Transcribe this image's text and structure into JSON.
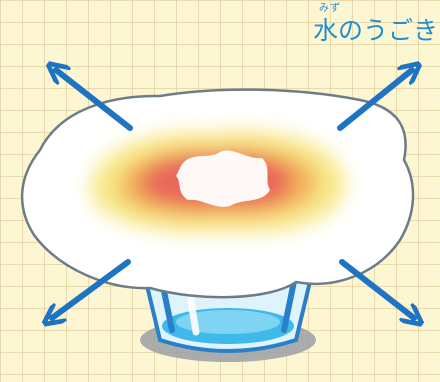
{
  "title": {
    "text": "水のうごき",
    "ruby": "みず"
  },
  "colors": {
    "background": "#fdf6d3",
    "grid": "#d6c48c",
    "title": "#1f8fcf",
    "arrow": "#1f73c3",
    "cloth_fill": "#ffffff",
    "cloth_outline": "#6e7c88",
    "heat_outer": "#f7e98b",
    "heat_mid": "#f3b35a",
    "heat_inner": "#e8675a",
    "water": "#3fb8ea",
    "cup_rim": "#2a7fc9",
    "cup_shadow": "#9a9fa3"
  },
  "icons": [
    "arrow-icon",
    "cloth",
    "heat-spot",
    "glass-of-water"
  ]
}
